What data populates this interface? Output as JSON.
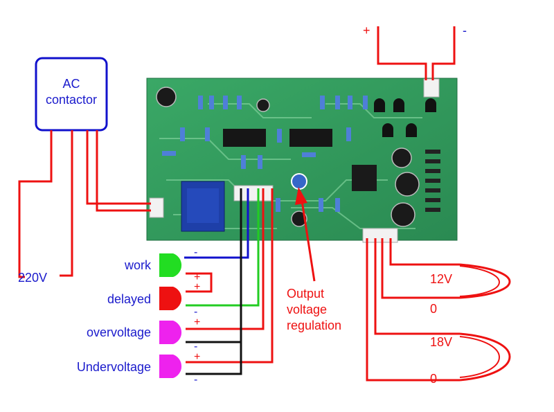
{
  "ac_contactor": {
    "line1": "AC",
    "line2": "contactor"
  },
  "mains_label": "220V",
  "supply": {
    "plus": "+",
    "minus": "-"
  },
  "leds": [
    {
      "label": "work",
      "color": "#22dd22",
      "sign_top": "-",
      "sign_bottom": ""
    },
    {
      "label": "delayed",
      "color": "#ee1111",
      "sign_top": "+",
      "sign_bottom": "-"
    },
    {
      "label": "overvoltage",
      "color": "#ee22ee",
      "sign_top": "+",
      "sign_bottom": "-"
    },
    {
      "label": "Undervoltage",
      "color": "#ee22ee",
      "sign_top": "+",
      "sign_bottom": "-"
    }
  ],
  "delayed_extra_sign": "+",
  "annotation": {
    "line1": "Output",
    "line2": "voltage",
    "line3": "regulation"
  },
  "transformer": [
    {
      "top_label": "12V",
      "bottom_label": "0"
    },
    {
      "top_label": "18V",
      "bottom_label": "0"
    }
  ],
  "colors": {
    "wire_red": "#ee1111",
    "wire_blue": "#1111cc",
    "wire_green": "#22cc22",
    "wire_black": "#111111",
    "label_blue": "#1a1acc",
    "label_red": "#ee1111",
    "pcb_green": "#2f9a5a"
  }
}
